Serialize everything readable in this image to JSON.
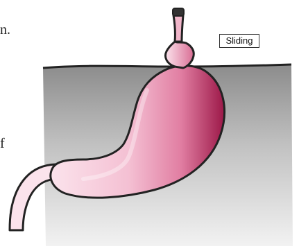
{
  "diagram": {
    "label": "Sliding",
    "cropped_text": {
      "fragment_1": "n.",
      "fragment_2": "f"
    },
    "colors": {
      "diaphragm_line": "#222222",
      "abdomen_light": "#f2f2f2",
      "abdomen_dark": "#8c8c8c",
      "stomach_light": "#fbe3ec",
      "stomach_mid": "#e17ea2",
      "stomach_dark": "#9c1848",
      "esophagus": "#f0b5c9"
    }
  }
}
